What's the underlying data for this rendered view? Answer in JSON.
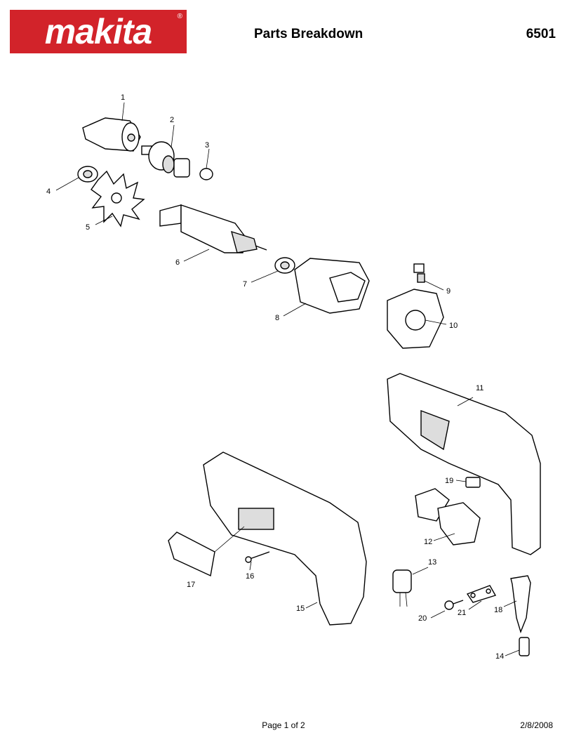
{
  "header": {
    "brand": "makita",
    "title": "Parts Breakdown",
    "model": "6501"
  },
  "footer": {
    "page": "Page 1 of 2",
    "date": "2/8/2008"
  },
  "callouts": [
    {
      "id": "1",
      "label": "1"
    },
    {
      "id": "2",
      "label": "2"
    },
    {
      "id": "3",
      "label": "3"
    },
    {
      "id": "4",
      "label": "4"
    },
    {
      "id": "5",
      "label": "5"
    },
    {
      "id": "6",
      "label": "6"
    },
    {
      "id": "7",
      "label": "7"
    },
    {
      "id": "8",
      "label": "8"
    },
    {
      "id": "9",
      "label": "9"
    },
    {
      "id": "10",
      "label": "10"
    },
    {
      "id": "11",
      "label": "11"
    },
    {
      "id": "12",
      "label": "12"
    },
    {
      "id": "13",
      "label": "13"
    },
    {
      "id": "14",
      "label": "14"
    },
    {
      "id": "15",
      "label": "15"
    },
    {
      "id": "16",
      "label": "16"
    },
    {
      "id": "17",
      "label": "17"
    },
    {
      "id": "18",
      "label": "18"
    },
    {
      "id": "19",
      "label": "19"
    },
    {
      "id": "20",
      "label": "20"
    },
    {
      "id": "21",
      "label": "21"
    }
  ]
}
